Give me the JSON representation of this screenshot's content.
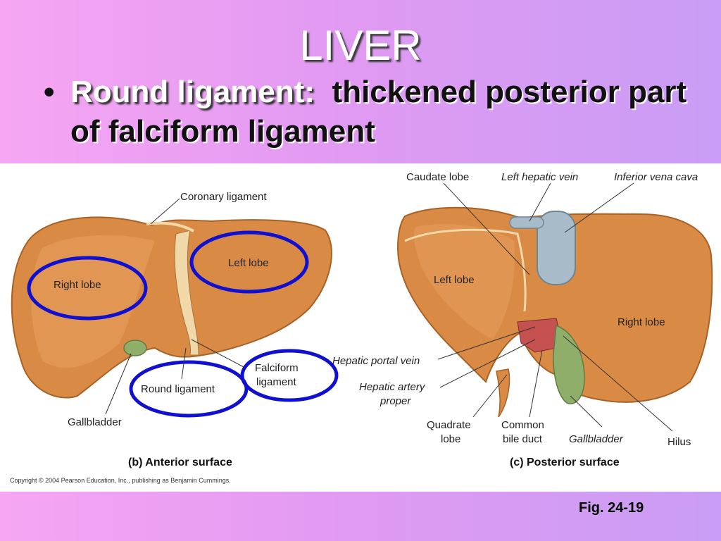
{
  "slide": {
    "title": "LIVER",
    "bullet": {
      "marker": "•",
      "lead": "Round ligament:",
      "text": "thickened posterior part of falciform ligament"
    },
    "figure_ref": "Fig. 24-19"
  },
  "figure": {
    "anterior": {
      "caption": "(b) Anterior surface",
      "labels": {
        "coronary_ligament": "Coronary ligament",
        "left_lobe": "Left lobe",
        "right_lobe": "Right lobe",
        "falciform_ligament_line1": "Falciform",
        "falciform_ligament_line2": "ligament",
        "round_ligament": "Round ligament",
        "gallbladder": "Gallbladder"
      }
    },
    "posterior": {
      "caption": "(c) Posterior surface",
      "labels": {
        "caudate_lobe": "Caudate lobe",
        "left_hepatic_vein": "Left hepatic vein",
        "inferior_vena_cava": "Inferior vena cava",
        "left_lobe": "Left lobe",
        "right_lobe": "Right lobe",
        "hepatic_portal_vein": "Hepatic portal vein",
        "hepatic_artery_line1": "Hepatic artery",
        "hepatic_artery_line2": "proper",
        "quadrate_lobe_line1": "Quadrate",
        "quadrate_lobe_line2": "lobe",
        "common_bile_duct_line1": "Common",
        "common_bile_duct_line2": "bile duct",
        "gallbladder": "Gallbladder",
        "hilus": "Hilus"
      }
    },
    "copyright": "Copyright © 2004 Pearson Education, Inc., publishing as Benjamin Cummings.",
    "colors": {
      "liver": "#d98a45",
      "liver_dark": "#b06a30",
      "highlight_circle": "#1010d0",
      "gallbladder": "#8fae6a",
      "vena_cava": "#a7bcc8"
    }
  }
}
